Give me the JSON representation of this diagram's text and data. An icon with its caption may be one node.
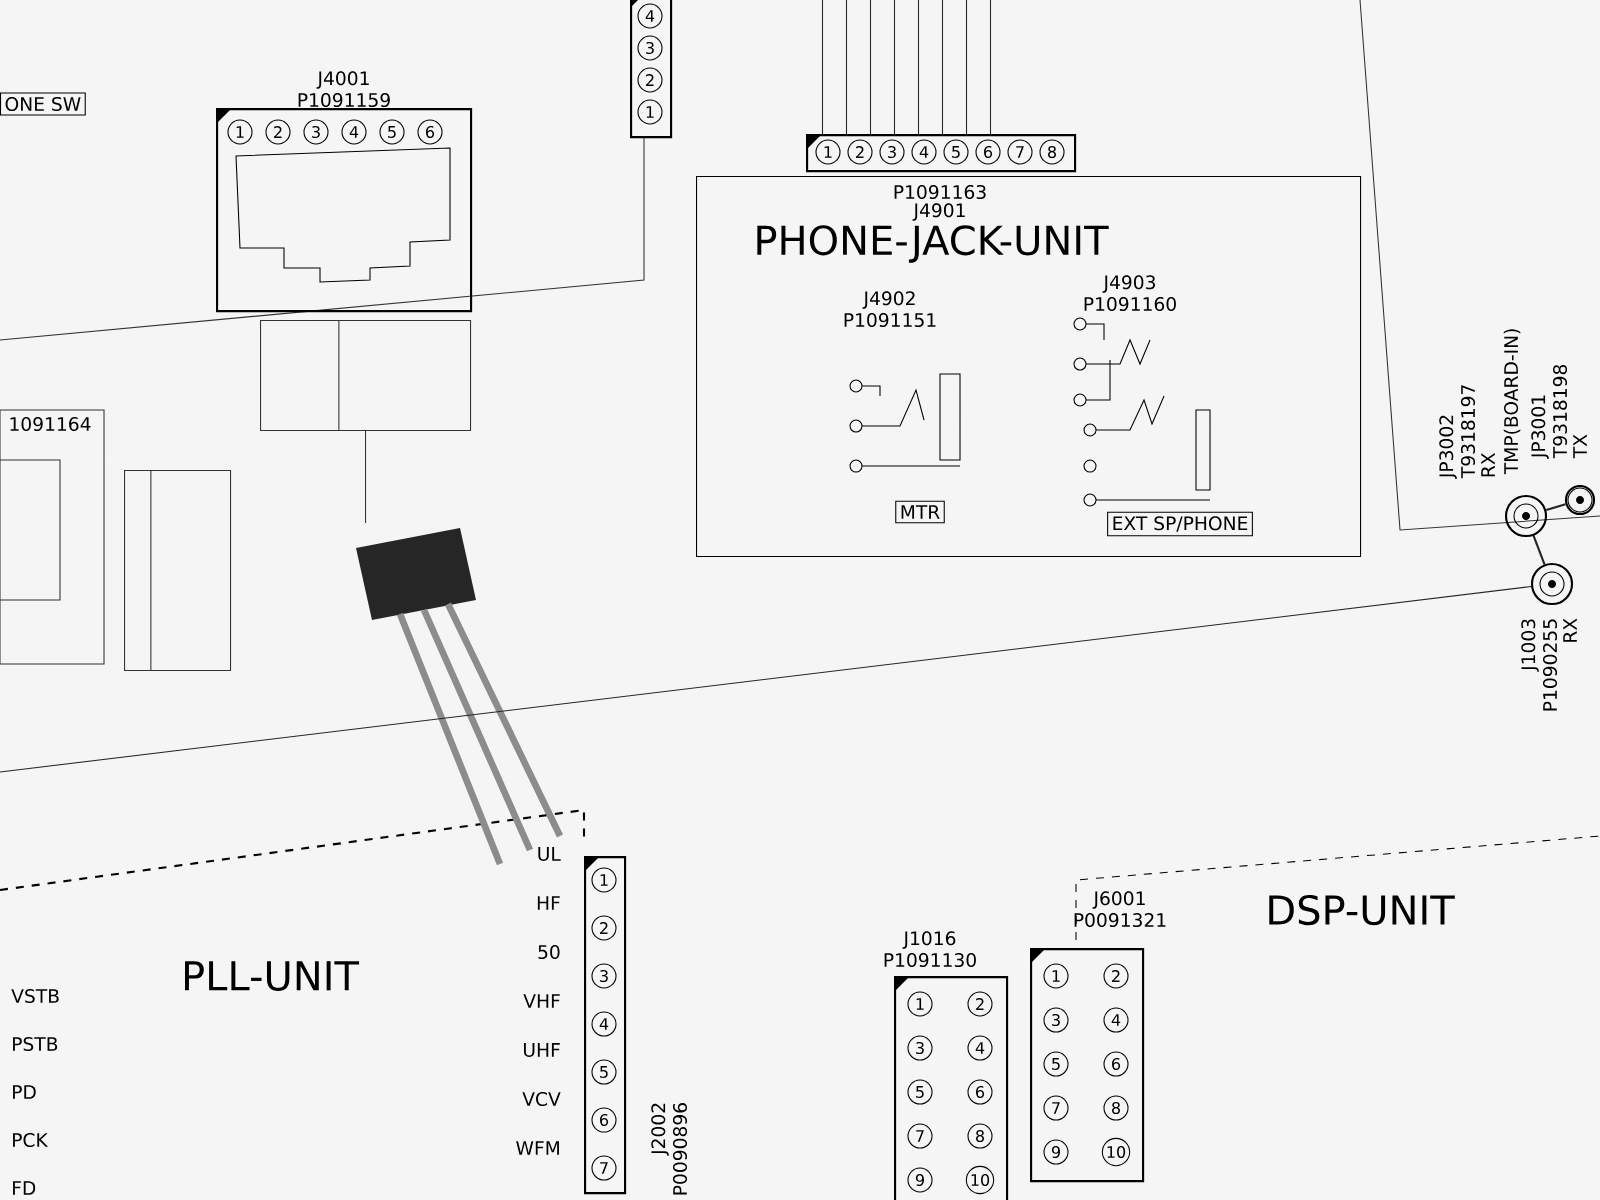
{
  "diagram": {
    "nodes": [
      {
        "text": [
          "1",
          "2",
          "3",
          "4",
          "5",
          "6"
        ],
        "beside": [
          "J4001",
          "P1091159"
        ]
      },
      {
        "text": [
          "PHONE-JACK-UNIT"
        ]
      },
      {
        "text": [
          "1",
          "2",
          "3",
          "4",
          "5",
          "6",
          "7",
          "8"
        ],
        "beside": [
          "P1091163",
          "J4901"
        ]
      },
      {
        "text": [
          "MTR"
        ],
        "beside": [
          "J4902",
          "P1091151"
        ],
        "in": 1
      },
      {
        "text": [
          "EXT SP/PHONE"
        ],
        "beside": [
          "J4903",
          "P1091160"
        ],
        "in": 1
      },
      {
        "text": [
          "1",
          "2",
          "3",
          "4",
          "5",
          "6",
          "7"
        ],
        "beside": [
          "J2002",
          "P0090896"
        ]
      },
      {
        "text": [
          "PLL-UNIT"
        ]
      },
      {
        "text": [
          "1",
          "2",
          "3",
          "4",
          "5",
          "6",
          "7",
          "8",
          "9",
          "10"
        ],
        "beside": [
          "J1016",
          "P1091130"
        ]
      },
      {
        "text": [
          "1",
          "2",
          "3",
          "4",
          "5",
          "6",
          "7",
          "8",
          "9",
          "10"
        ],
        "beside": [
          "J6001",
          "P0091321"
        ]
      },
      {
        "text": [
          "DSP-UNIT"
        ]
      },
      {
        "text": [],
        "shape": "circle",
        "beside": [
          "JP3002",
          "T9318197",
          "RX",
          "TMP(BOARD-IN)"
        ]
      },
      {
        "text": [],
        "shape": "circle",
        "beside": [
          "J1003",
          "P1090255",
          "RX"
        ]
      },
      {
        "text": [],
        "shape": "circle",
        "beside": [
          "JP3001",
          "T9318198",
          "TX"
        ]
      },
      {
        "text": [
          "4",
          "3",
          "2",
          "1"
        ]
      },
      {
        "text": [
          "ONE SW"
        ]
      },
      {
        "text": [],
        "shape": "box"
      },
      {
        "text": [],
        "shape": "box"
      }
    ],
    "edges": [
      {
        "from": 2,
        "to": null,
        "arrow": "none"
      },
      {
        "from": 10,
        "to": 11,
        "arrow": "none"
      },
      {
        "from": 10,
        "to": 12,
        "arrow": "none"
      },
      {
        "from": null,
        "to": 11,
        "arrow": "none"
      }
    ],
    "labels": [
      "1091164",
      "VSTB",
      "PSTB",
      "PD",
      "PCK",
      "FD",
      "UL",
      "HF",
      "50",
      "VHF",
      "UHF",
      "VCV",
      "WFM"
    ]
  }
}
